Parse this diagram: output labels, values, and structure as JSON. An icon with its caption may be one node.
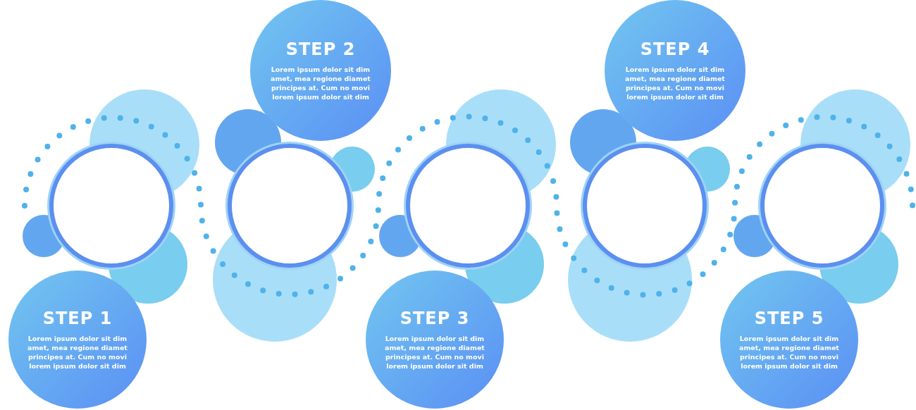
{
  "diagram": {
    "nodes": [
      {
        "text": [
          "STEP 1",
          "Lorem ipsum dolor sit dim amet, mea regione diamet principes at. Cum no movi lorem ipsum dolor sit dim"
        ]
      },
      {
        "text": [],
        "shape": "circle"
      },
      {
        "text": [
          "STEP 2",
          "Lorem ipsum dolor sit dim amet, mea regione diamet principes at. Cum no movi lorem ipsum dolor sit dim"
        ]
      },
      {
        "text": [],
        "shape": "circle"
      },
      {
        "text": [
          "STEP 3",
          "Lorem ipsum dolor sit dim amet, mea regione diamet principes at. Cum no movi lorem ipsum dolor sit dim"
        ]
      },
      {
        "text": [],
        "shape": "circle"
      },
      {
        "text": [
          "STEP 4",
          "Lorem ipsum dolor sit dim amet, mea regione diamet principes at. Cum no movi lorem ipsum dolor sit dim"
        ]
      },
      {
        "text": [],
        "shape": "circle"
      },
      {
        "text": [
          "STEP 5",
          "Lorem ipsum dolor sit dim amet, mea regione diamet principes at. Cum no movi lorem ipsum dolor sit dim"
        ]
      },
      {
        "text": [],
        "shape": "circle"
      }
    ]
  }
}
